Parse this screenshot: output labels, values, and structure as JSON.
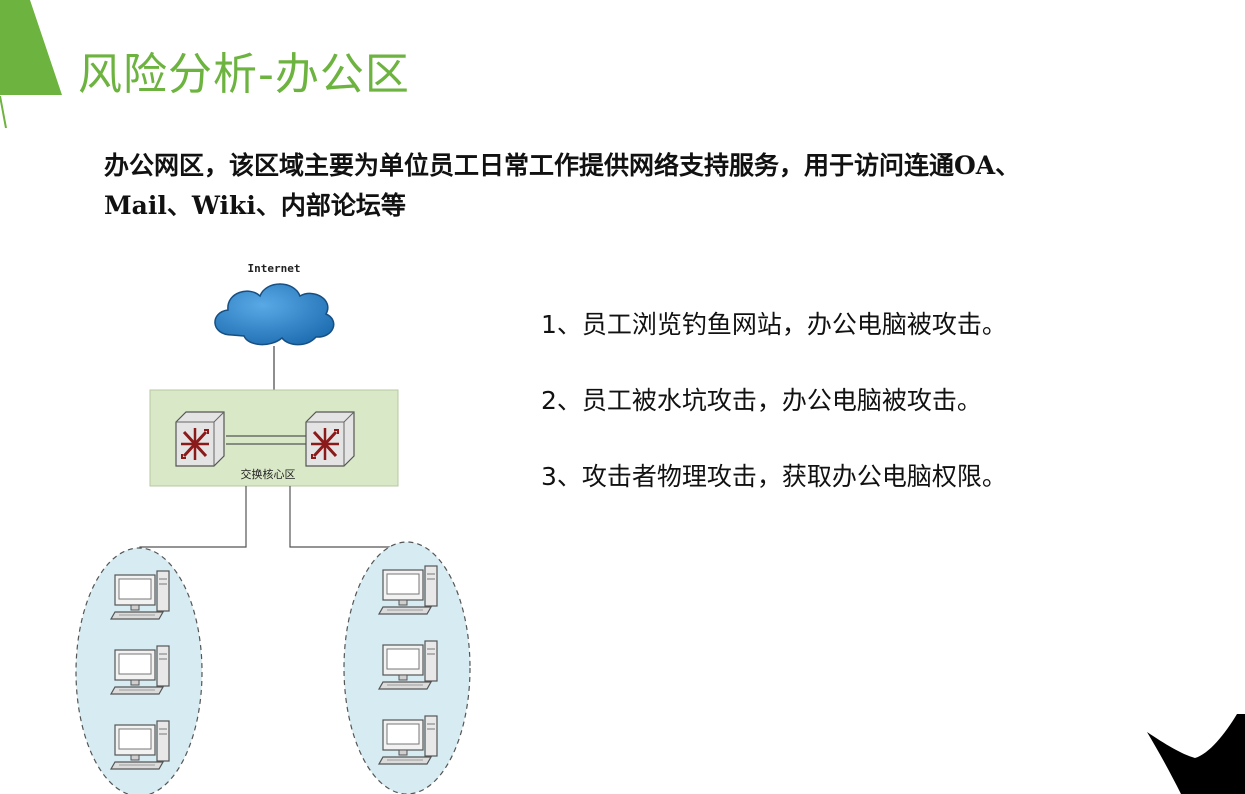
{
  "title": "风险分析-办公区",
  "intro": {
    "line1": "办公网区，该区域主要为单位员工日常工作提供网络支持服务，用于访问连通OA、",
    "line2": "Mail、Wiki、内部论坛等"
  },
  "diagram": {
    "internet_label": "Internet",
    "core_label": "交换核心区",
    "left_group_count": 3,
    "right_group_count": 3
  },
  "risks": [
    "1、员工浏览钓鱼网站，办公电脑被攻击。",
    "2、员工被水坑攻击，办公电脑被攻击。",
    "3、攻击者物理攻击，获取办公电脑权限。"
  ],
  "colors": {
    "accent_green": "#6db33f",
    "cloud_blue": "#2e7fc4",
    "core_zone_fill": "#d9e8c7",
    "client_zone_fill": "#d6ecf2"
  }
}
